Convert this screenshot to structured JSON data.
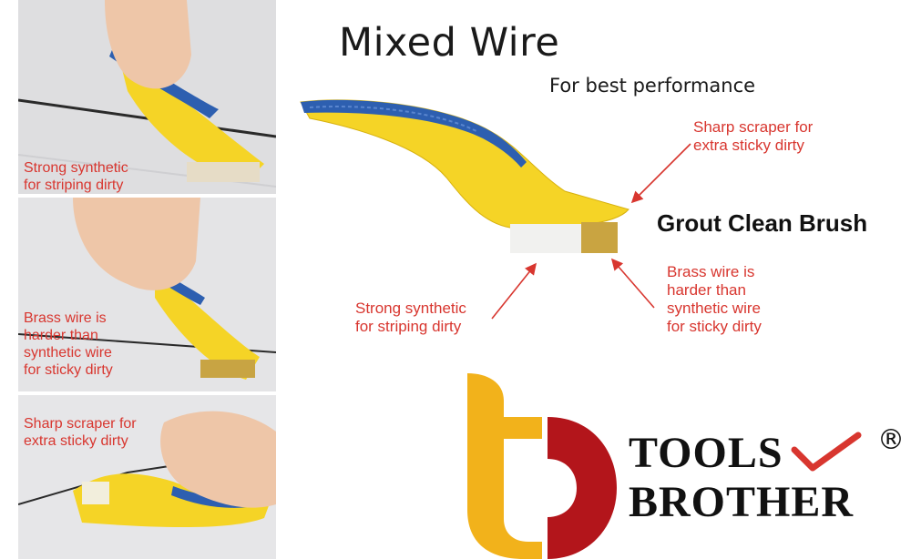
{
  "panels": [
    {
      "caption": "Strong synthetic\nfor striping dirty"
    },
    {
      "caption": "Brass wire is\nharder than\nsynthetic wire\nfor sticky dirty"
    },
    {
      "caption": "Sharp scraper for\nextra sticky dirty"
    }
  ],
  "header": {
    "title": "Mixed Wire",
    "subtitle": "For best performance"
  },
  "callouts": {
    "scraper": "Sharp scraper for\nextra sticky dirty",
    "synthetic": "Strong synthetic\nfor striping dirty",
    "brass": "Brass wire is\nharder than\nsynthetic wire\nfor sticky dirty"
  },
  "product": {
    "name": "Grout Clean Brush"
  },
  "brand": {
    "line1": "TOOLS",
    "line2": "BROTHER",
    "registered": "®"
  },
  "colors": {
    "accent_red": "#d8362f",
    "handle_yellow": "#f5d426",
    "handle_blue": "#2d5fb0",
    "brand_gold": "#f2b21b",
    "brand_red": "#b3151b"
  }
}
